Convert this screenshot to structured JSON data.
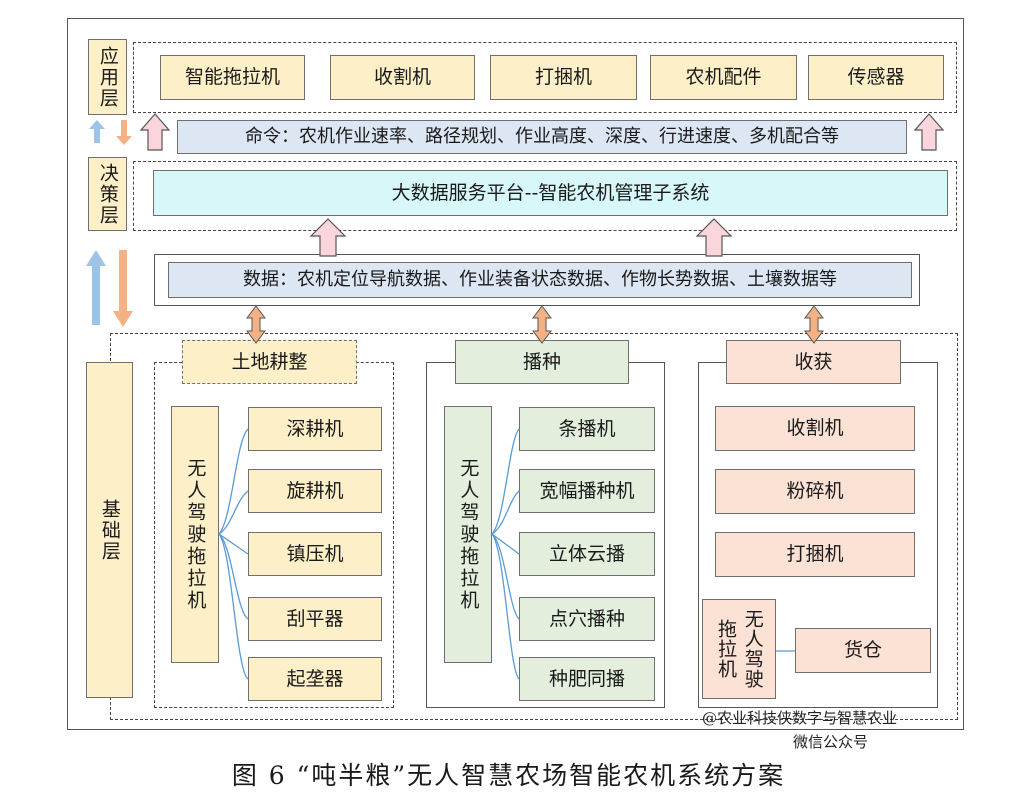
{
  "layers": {
    "application": "应用层",
    "decision": "决策层",
    "foundation": "基础层"
  },
  "application_items": [
    "智能拖拉机",
    "收割机",
    "打捆机",
    "农机配件",
    "传感器"
  ],
  "command_text": "命令：农机作业速率、路径规划、作业高度、深度、行进速度、多机配合等",
  "platform_text": "大数据服务平台--智能农机管理子系统",
  "data_text": "数据：农机定位导航数据、作业装备状态数据、作物长势数据、土壤数据等",
  "groups": [
    {
      "title": "土地耕整",
      "tractor": "无人驾驶拖拉机",
      "items": [
        "深耕机",
        "旋耕机",
        "镇压机",
        "刮平器",
        "起垄器"
      ]
    },
    {
      "title": "播种",
      "tractor": "无人驾驶拖拉机",
      "items": [
        "条播机",
        "宽幅播种机",
        "立体云播",
        "点穴播种",
        "种肥同播"
      ]
    },
    {
      "title": "收获",
      "items": [
        "收割机",
        "粉碎机",
        "打捆机"
      ],
      "tractor_col1": "拖拉机",
      "tractor_col2": "无人驾驶",
      "storage": "货仓"
    }
  ],
  "watermark": {
    "line1": "@农业科技侠数字与智慧农业",
    "line2": "微信公众号"
  },
  "caption": "图 6 “吨半粮”无人智慧农场智能农机系统方案",
  "colors": {
    "yellow": "#fdf0c8",
    "green": "#e3efdc",
    "peach": "#fbe2d5",
    "blue": "#dde6f3",
    "cyan": "#d7f7f8",
    "up_arrow": "#9dc3e6",
    "down_arrow": "#f4b183",
    "pink_arrow": "#fbd5dc",
    "connector": "#5b9bd5"
  }
}
